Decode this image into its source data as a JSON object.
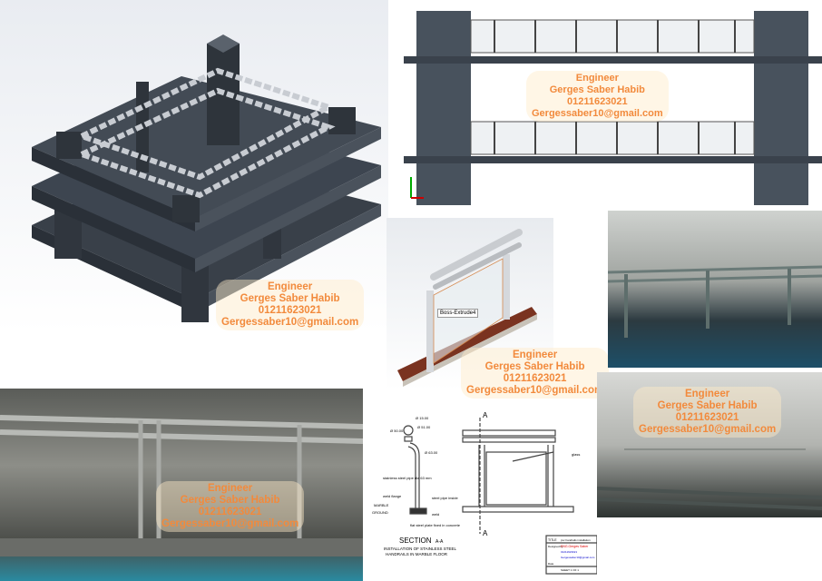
{
  "watermark": {
    "title": "Engineer",
    "name": "Gerges Saber Habib",
    "phone": "01211623021",
    "email": "Gergessaber10@gmail.com",
    "color": "#f28a3c"
  },
  "render_label": "Boss-Extrude4",
  "drawing": {
    "section_marker": "A",
    "section_title": "SECTION",
    "section_suffix": "A-A",
    "caption_line1": "INSTALLATION OF STAINLESS STEEL",
    "caption_line2": "HANDRAILS IN MARBLE FLOOR",
    "labels": {
      "pipe": "stainless steel pipe dia 63 mm",
      "weld_flange": "weld flange",
      "marble": "MARBLE",
      "ground": "GROUND",
      "steel_pipe_inside": "steel pipe inside",
      "weld": "weld",
      "plate": "flat steel plate fixed in concrete",
      "glass": "glass",
      "dim1": "Ø 15.00",
      "dim2": "Ø 50.00",
      "dim3": "Ø 51.00",
      "dim4": "Ø 63.00"
    },
    "title_block": {
      "title_label": "TITLE",
      "title_value": "pvc handrails installation",
      "designed_label": "Designed by",
      "designer": "ENG.Gerges Saber",
      "phone": "01211623021",
      "email": "Gergessaber10@gmail.com",
      "date_label": "Date",
      "sheet": "SHEET 1 OF 1"
    }
  },
  "colors": {
    "slab": "#3d4550",
    "wood": "#7a3320",
    "steel": "#c9ccd0"
  }
}
